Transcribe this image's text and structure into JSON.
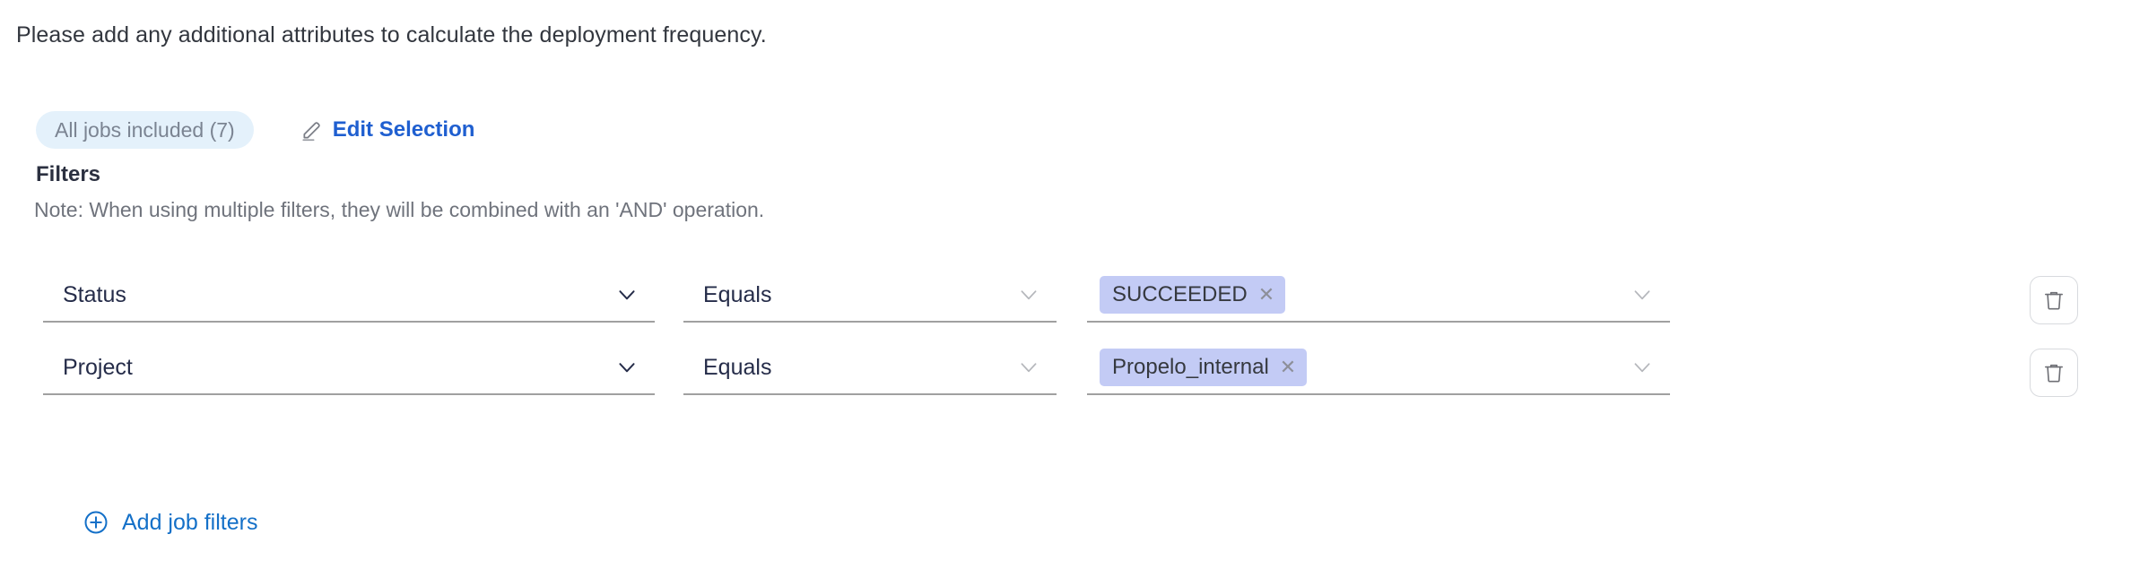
{
  "intro": {
    "text": "Please add any additional attributes to calculate the deployment frequency."
  },
  "selection": {
    "jobs_badge": "All jobs included (7)",
    "edit_label": "Edit Selection",
    "pencil_icon": "pencil-icon"
  },
  "filters": {
    "heading": "Filters",
    "note": "Note: When using multiple filters, they will be combined with an 'AND' operation.",
    "add_label": "Add job filters",
    "add_icon": "plus-circle-icon",
    "delete_icon": "trash-icon",
    "chevron_icon": "chevron-down-icon",
    "chip_remove_icon": "close-icon",
    "rows": [
      {
        "attribute": "Status",
        "operator": "Equals",
        "values": [
          "SUCCEEDED"
        ]
      },
      {
        "attribute": "Project",
        "operator": "Equals",
        "values": [
          "Propelo_internal"
        ]
      }
    ]
  },
  "colors": {
    "link_blue": "#1470c8",
    "edit_blue": "#1f5fd0",
    "badge_bg": "#e4f1fb",
    "badge_text": "#7b8492",
    "chip_bg": "#c3cbf5",
    "field_text": "#252c49",
    "underline": "#a0a0a0",
    "note_text": "#6f737c"
  }
}
